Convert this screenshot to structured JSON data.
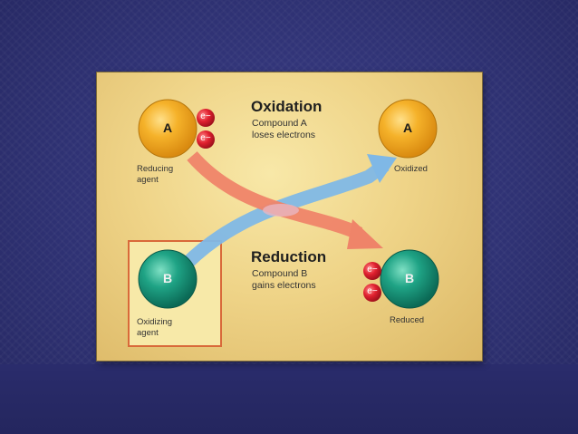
{
  "colors": {
    "background": "#2e3170",
    "panel": "#efd488",
    "arrow_red": "#ef8469",
    "arrow_blue": "#7fb8e6",
    "ball_orange": "#f3a91f",
    "ball_green": "#1e9a80",
    "electron": "#d4182b",
    "highlight_border": "#d9693a"
  },
  "diagram": {
    "oxidation": {
      "title": "Oxidation",
      "line1": "Compound A",
      "line2": "loses electrons"
    },
    "reduction": {
      "title": "Reduction",
      "line1": "Compound B",
      "line2": "gains electrons"
    },
    "compound_a": {
      "letter": "A",
      "label_line1": "Reducing",
      "label_line2": "agent"
    },
    "compound_a_oxidized": {
      "letter": "A",
      "label": "Oxidized"
    },
    "compound_b": {
      "letter": "B",
      "label_line1": "Oxidizing",
      "label_line2": "agent"
    },
    "compound_b_reduced": {
      "letter": "B",
      "label": "Reduced"
    },
    "electron_symbol": "e−"
  }
}
